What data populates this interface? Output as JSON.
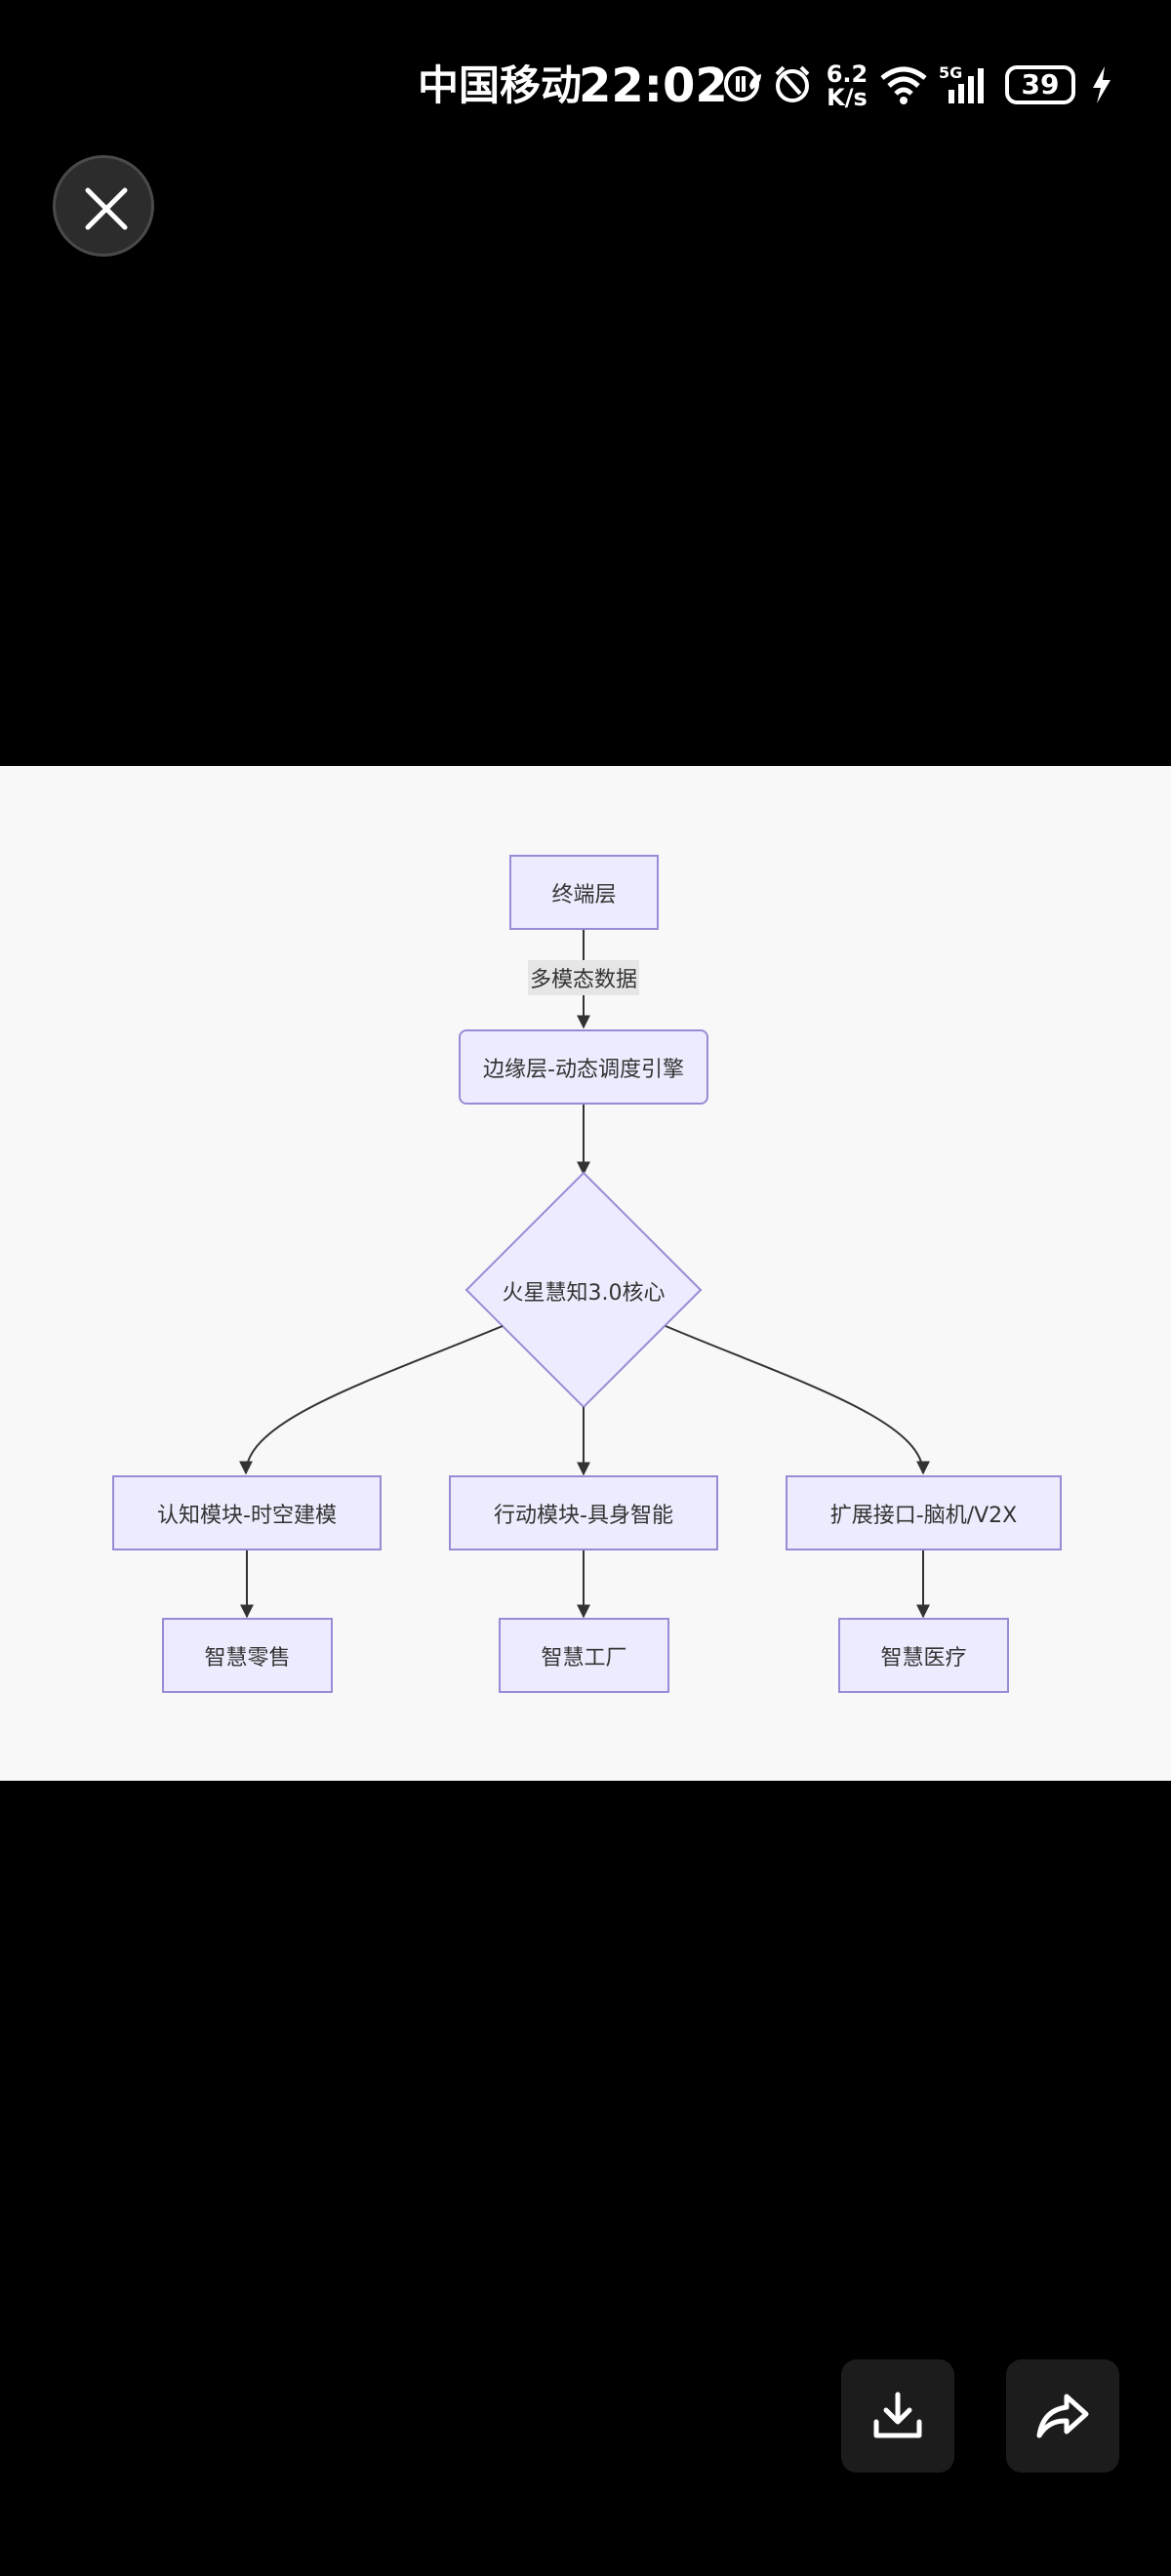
{
  "status_bar": {
    "carrier": "中国移动",
    "time": "22:02",
    "net_speed_value": "6.2",
    "net_speed_unit": "K/s",
    "signal_type": "5G",
    "battery_level": "39"
  },
  "diagram": {
    "nodes": {
      "terminal": "终端层",
      "edge_engine": "边缘层-动态调度引擎",
      "core": "火星慧知3.0核心",
      "cognition": "认知模块-时空建模",
      "action": "行动模块-具身智能",
      "extension": "扩展接口-脑机/V2X",
      "retail": "智慧零售",
      "factory": "智慧工厂",
      "medical": "智慧医疗"
    },
    "edge_labels": {
      "terminal_to_edge": "多模态数据"
    },
    "colors": {
      "node_fill": "#ececfe",
      "node_border": "#9a8bd6",
      "edge": "#333333",
      "panel_background": "#f8f8f8"
    }
  },
  "icons": {
    "close": "close-icon",
    "download": "download-icon",
    "share": "share-icon"
  }
}
